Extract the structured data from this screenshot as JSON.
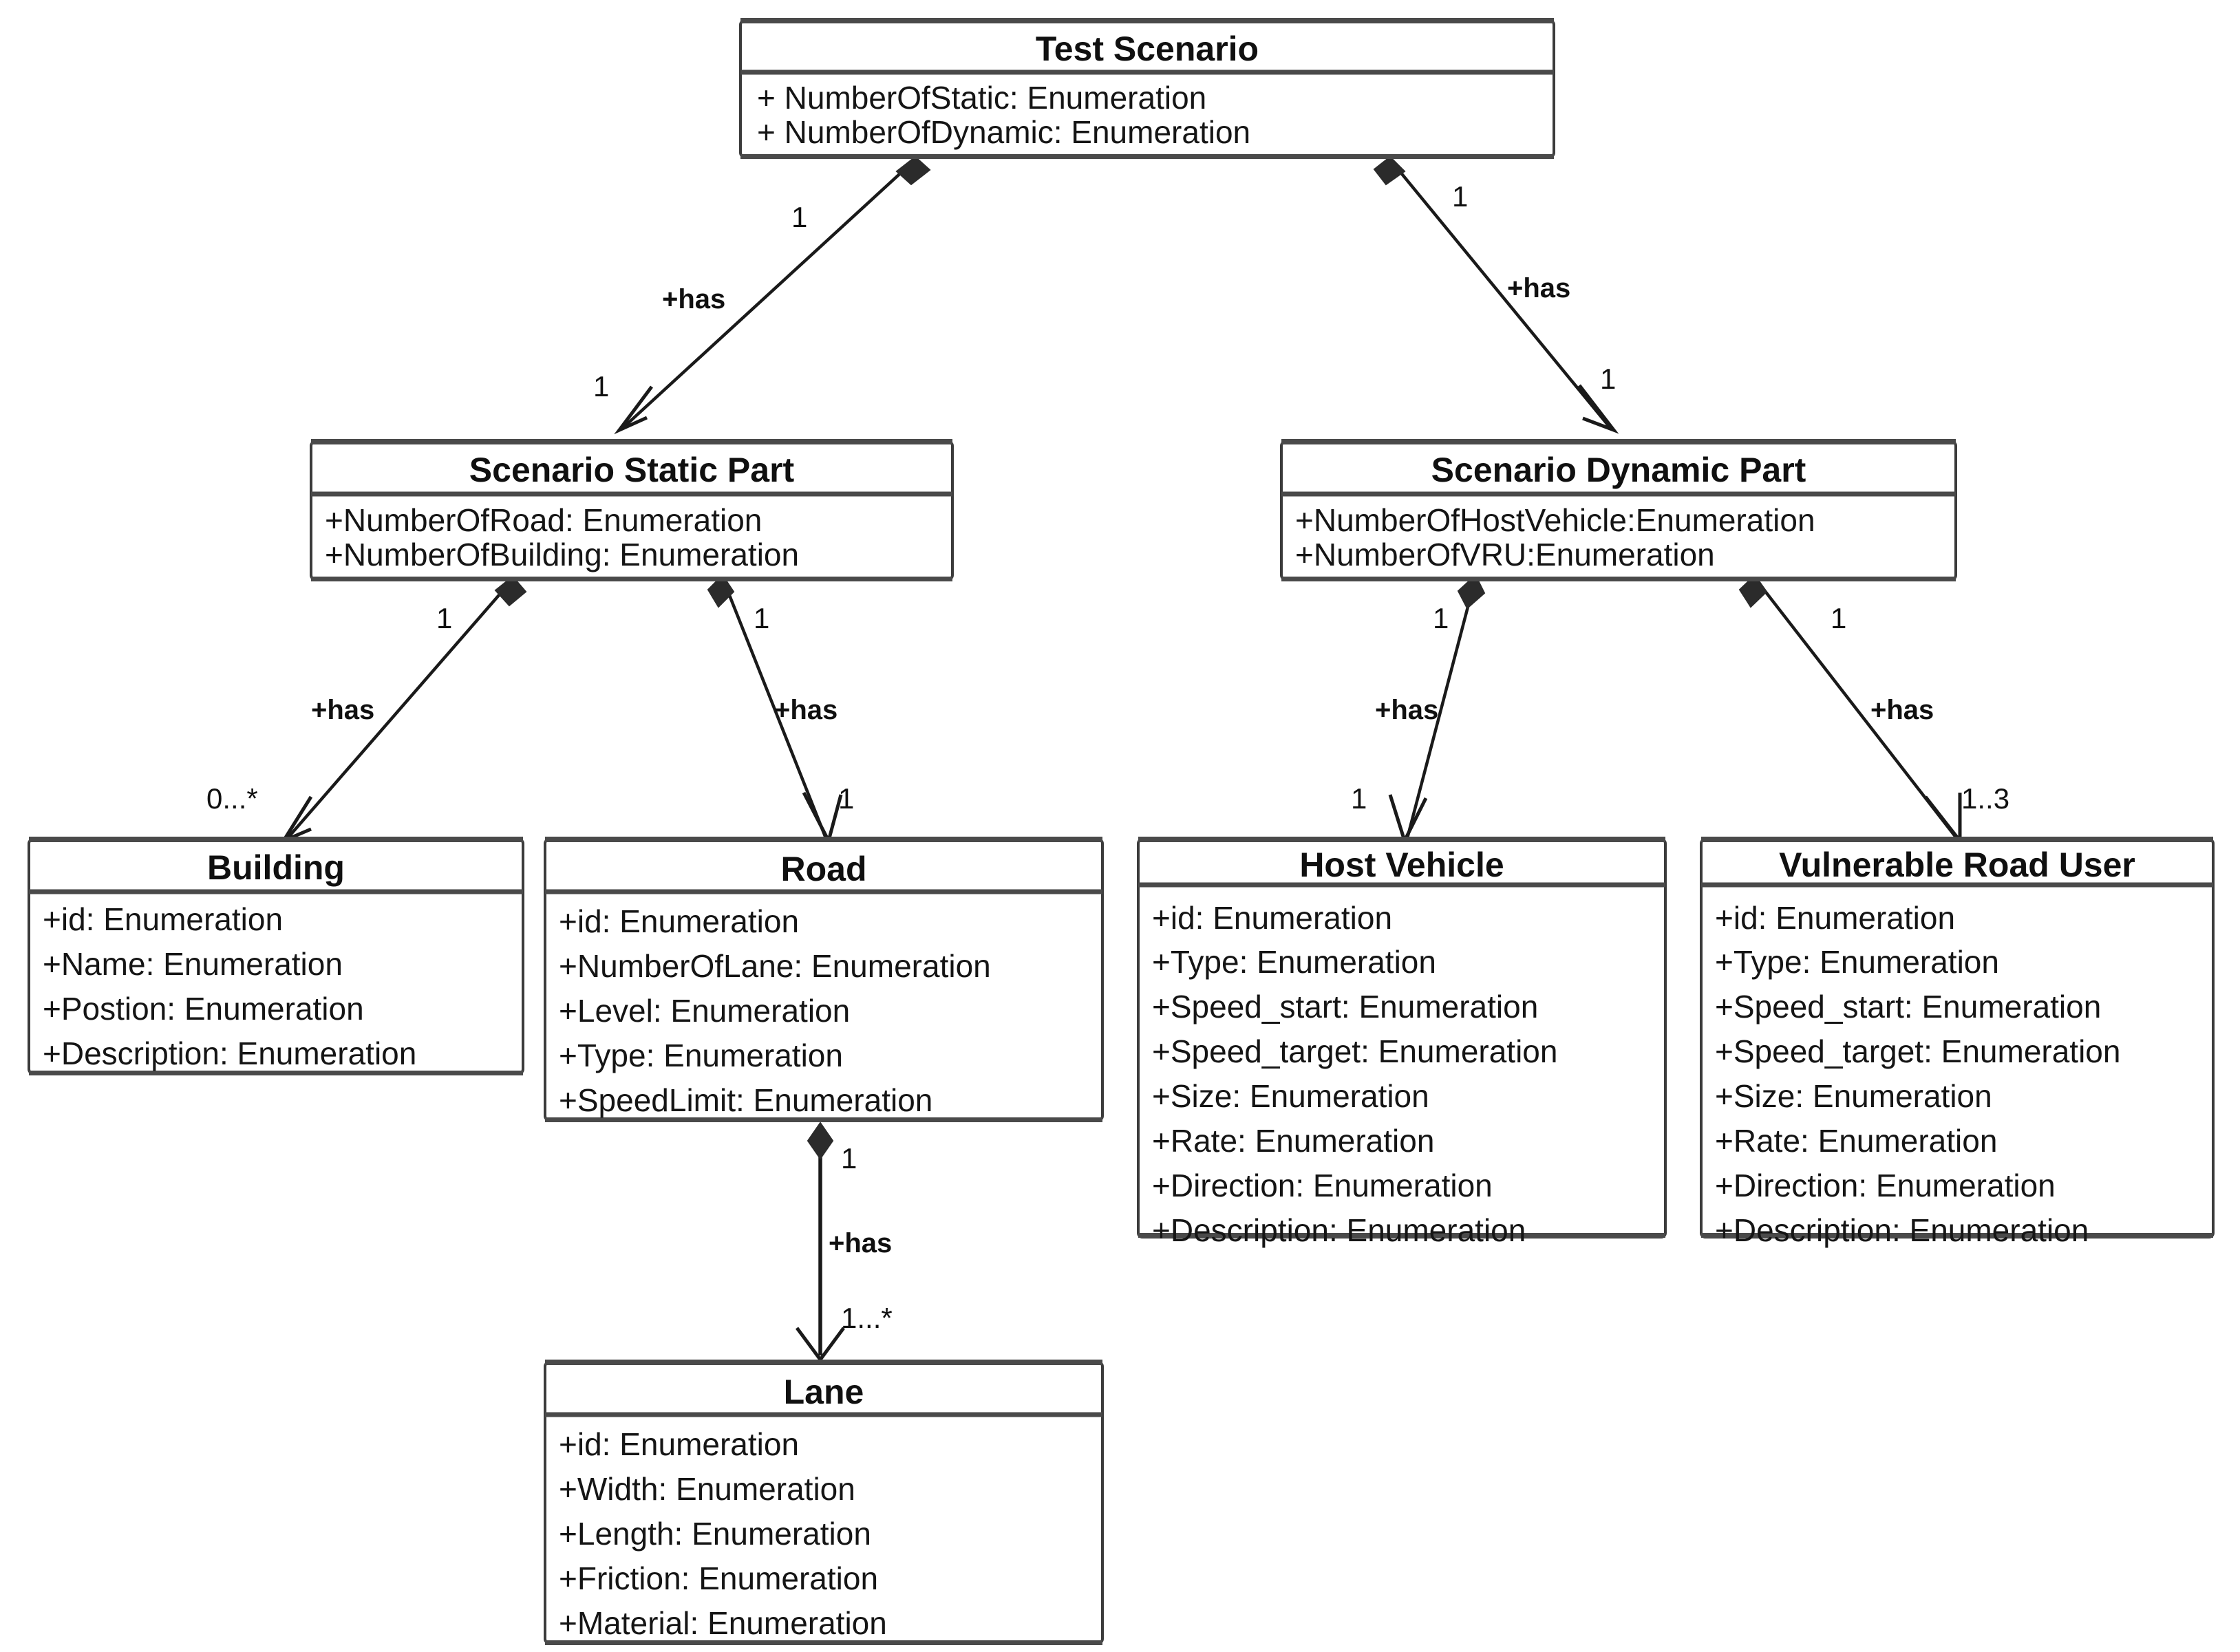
{
  "diagram": {
    "kind": "uml-class-diagram",
    "title": "Test Scenario class diagram",
    "background_color": "#ffffff",
    "line_color": "#1a1a1a",
    "box_border_color": "#3b3b3b",
    "box_fill_color": "#ffffff",
    "header_bar_color": "#4a4a4a"
  },
  "classes": {
    "test_scenario": {
      "name": "Test Scenario",
      "attributes": [
        "+ NumberOfStatic: Enumeration",
        "+ NumberOfDynamic: Enumeration"
      ]
    },
    "scenario_static_part": {
      "name": "Scenario Static Part",
      "attributes": [
        "+NumberOfRoad: Enumeration",
        "+NumberOfBuilding: Enumeration"
      ]
    },
    "scenario_dynamic_part": {
      "name": "Scenario Dynamic Part",
      "attributes": [
        "+NumberOfHostVehicle:Enumeration",
        "+NumberOfVRU:Enumeration"
      ]
    },
    "building": {
      "name": "Building",
      "attributes": [
        "+id: Enumeration",
        "+Name: Enumeration",
        "+Postion: Enumeration",
        "+Description: Enumeration"
      ]
    },
    "road": {
      "name": "Road",
      "attributes": [
        "+id: Enumeration",
        "+NumberOfLane: Enumeration",
        "+Level: Enumeration",
        "+Type: Enumeration",
        "+SpeedLimit: Enumeration"
      ]
    },
    "host_vehicle": {
      "name": "Host Vehicle",
      "attributes": [
        "+id: Enumeration",
        "+Type: Enumeration",
        "+Speed_start: Enumeration",
        "+Speed_target: Enumeration",
        "+Size: Enumeration",
        "+Rate: Enumeration",
        "+Direction: Enumeration",
        "+Description: Enumeration"
      ]
    },
    "vulnerable_road_user": {
      "name": "Vulnerable Road User",
      "attributes": [
        "+id: Enumeration",
        "+Type: Enumeration",
        "+Speed_start: Enumeration",
        "+Speed_target: Enumeration",
        "+Size: Enumeration",
        "+Rate: Enumeration",
        "+Direction: Enumeration",
        "+Description: Enumeration"
      ]
    },
    "lane": {
      "name": "Lane",
      "attributes": [
        "+id: Enumeration",
        "+Width: Enumeration",
        "+Length: Enumeration",
        "+Friction: Enumeration",
        "+Material: Enumeration"
      ]
    }
  },
  "relations": [
    {
      "id": "ts-ssp",
      "from": "test_scenario",
      "to": "scenario_static_part",
      "role": "+has",
      "source_multiplicity": "1",
      "target_multiplicity": "1"
    },
    {
      "id": "ts-sdp",
      "from": "test_scenario",
      "to": "scenario_dynamic_part",
      "role": "+has",
      "source_multiplicity": "1",
      "target_multiplicity": "1"
    },
    {
      "id": "ssp-building",
      "from": "scenario_static_part",
      "to": "building",
      "role": "+has",
      "source_multiplicity": "1",
      "target_multiplicity": "0...*"
    },
    {
      "id": "ssp-road",
      "from": "scenario_static_part",
      "to": "road",
      "role": "+has",
      "source_multiplicity": "1",
      "target_multiplicity": "1"
    },
    {
      "id": "sdp-hv",
      "from": "scenario_dynamic_part",
      "to": "host_vehicle",
      "role": "+has",
      "source_multiplicity": "1",
      "target_multiplicity": "1"
    },
    {
      "id": "sdp-vru",
      "from": "scenario_dynamic_part",
      "to": "vulnerable_road_user",
      "role": "+has",
      "source_multiplicity": "1",
      "target_multiplicity": "1..3"
    },
    {
      "id": "road-lane",
      "from": "road",
      "to": "lane",
      "role": "+has",
      "source_multiplicity": "1",
      "target_multiplicity": "1...*"
    }
  ]
}
